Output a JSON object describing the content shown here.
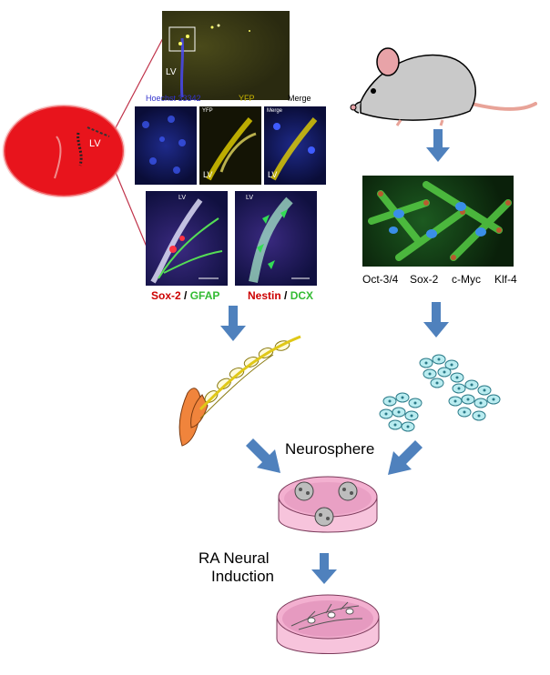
{
  "brain": {
    "ventricle_label": "LV"
  },
  "section_panel": {
    "ventricle_label": "LV"
  },
  "staining_row": {
    "headers": [
      "Hoechst 33342",
      "YFP",
      "Merge"
    ],
    "header_colors": [
      "#3333cc",
      "#e6d200",
      "#000000"
    ],
    "inner_labels": [
      "YFP",
      "Merge"
    ],
    "ventricle_labels": [
      "LV",
      "LV"
    ]
  },
  "marker_panels": [
    {
      "ventricle_label": "LV",
      "marker_1": "Sox-2",
      "sep": " / ",
      "marker_2": "GFAP"
    },
    {
      "ventricle_label": "LV",
      "marker_1": "Nestin",
      "sep": " / ",
      "marker_2": "DCX"
    }
  ],
  "reprogramming_factors": [
    "Oct-3/4",
    "Sox-2",
    "c-Myc",
    "Klf-4"
  ],
  "neurosphere_label": "Neurosphere",
  "ra_label": [
    "RA Neural",
    "Induction"
  ],
  "colors": {
    "arrow": "#4f81bd",
    "marker_red": "#cc0000",
    "marker_green": "#33bb33",
    "dish": "#f4b6d6",
    "brain": "#e8141c",
    "mouse": "#c9c9c9"
  }
}
